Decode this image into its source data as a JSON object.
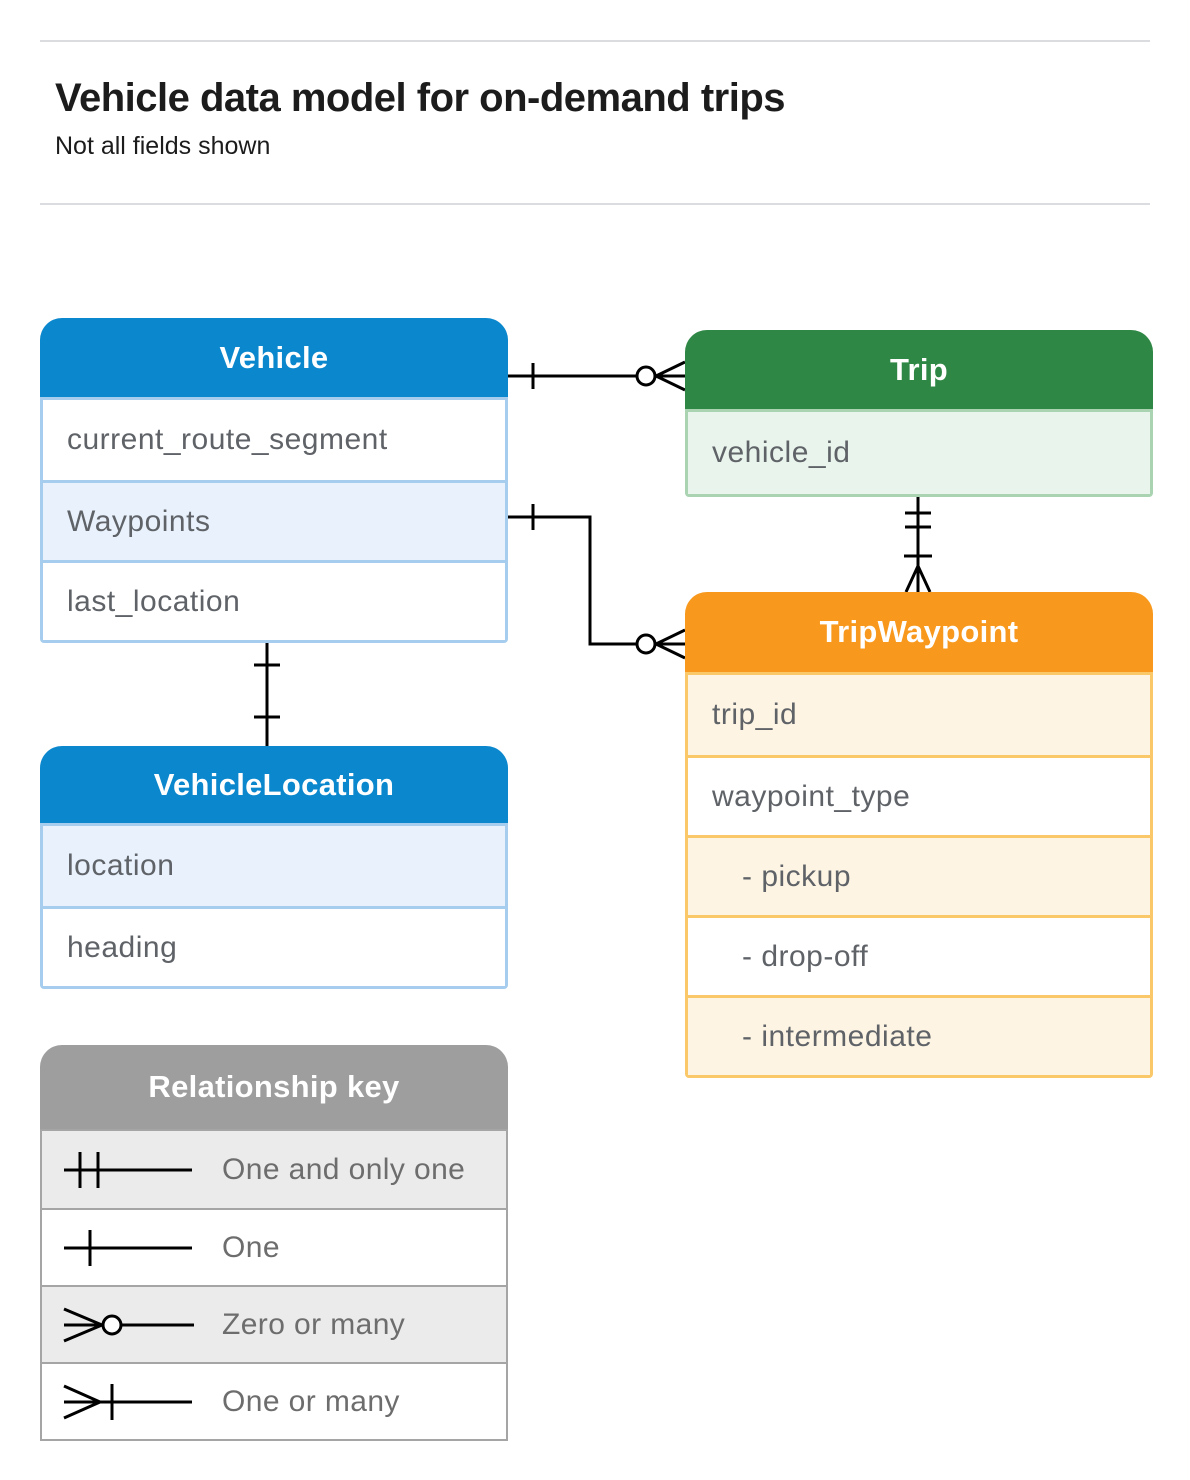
{
  "page": {
    "title": "Vehicle data model for on-demand trips",
    "subtitle": "Not all fields shown"
  },
  "colors": {
    "blue": "#0a87cd",
    "blue_light": "#e8f1fc",
    "blue_border": "#a6cdee",
    "green": "#2e8745",
    "green_light": "#e9f4ec",
    "green_border": "#a9d3b1",
    "orange": "#f8991d",
    "orange_light": "#fdf4e3",
    "orange_border": "#fac869",
    "gray": "#9e9e9e",
    "gray_light": "#ebebeb",
    "field_text": "#5f6368",
    "line": "#000000"
  },
  "entities": {
    "vehicle": {
      "title": "Vehicle",
      "fields": [
        "current_route_segment",
        "Waypoints",
        "last_location"
      ]
    },
    "trip": {
      "title": "Trip",
      "fields": [
        "vehicle_id"
      ]
    },
    "tripWaypoint": {
      "title": "TripWaypoint",
      "fields": [
        "trip_id",
        "waypoint_type",
        "- pickup",
        "- drop-off",
        "- intermediate"
      ]
    },
    "vehicleLocation": {
      "title": "VehicleLocation",
      "fields": [
        "location",
        "heading"
      ]
    }
  },
  "relationships": [
    {
      "from": "Vehicle",
      "to": "Trip",
      "from_cardinality": "one",
      "to_cardinality": "zero-or-many"
    },
    {
      "from": "Vehicle.Waypoints",
      "to": "TripWaypoint",
      "from_cardinality": "one",
      "to_cardinality": "zero-or-many"
    },
    {
      "from": "Trip",
      "to": "TripWaypoint",
      "from_cardinality": "one-and-only-one",
      "to_cardinality": "one-or-many"
    },
    {
      "from": "Vehicle",
      "to": "VehicleLocation",
      "from_cardinality": "one",
      "to_cardinality": "one"
    }
  ],
  "legend": {
    "title": "Relationship key",
    "items": [
      {
        "symbol": "one-and-only-one",
        "label": "One and only one"
      },
      {
        "symbol": "one",
        "label": "One"
      },
      {
        "symbol": "zero-or-many",
        "label": "Zero or many"
      },
      {
        "symbol": "one-or-many",
        "label": "One or many"
      }
    ]
  }
}
